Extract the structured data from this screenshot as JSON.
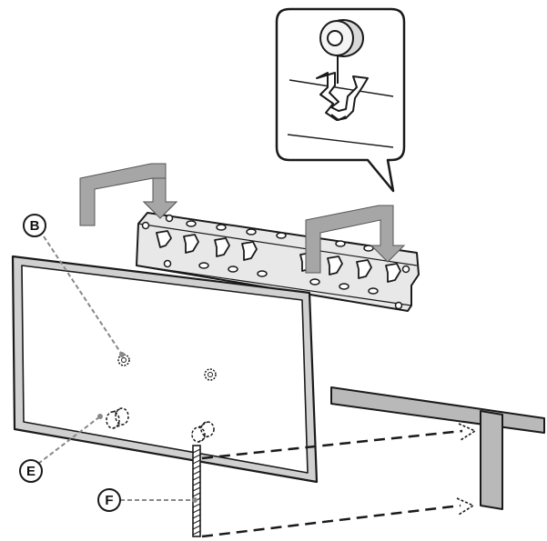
{
  "callouts": {
    "b": "B",
    "e": "E",
    "f": "F"
  },
  "colors": {
    "line": "#1a1a1a",
    "arrow_fill": "#a6a6a6",
    "bracket_fill": "#e8e8e8",
    "tv_frame": "#d0d0d0",
    "table_fill": "#b9b9b9"
  }
}
